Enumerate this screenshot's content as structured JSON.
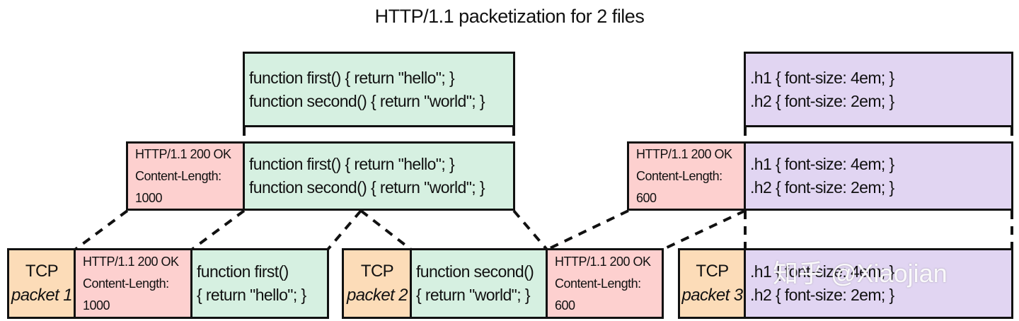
{
  "title": "HTTP/1.1 packetization for 2 files",
  "files": {
    "js": {
      "lines": [
        "function first() { return \"hello\"; }",
        "function second() { return \"world\"; }"
      ]
    },
    "css": {
      "lines": [
        ".h1 { font-size: 4em; }",
        ".h2 { font-size: 2em; }"
      ]
    }
  },
  "responses": {
    "js": {
      "header_lines": [
        "HTTP/1.1 200 OK",
        "Content-Length:",
        "1000"
      ],
      "body_lines": [
        "function first() { return \"hello\"; }",
        "function second() { return \"world\"; }"
      ]
    },
    "css": {
      "header_lines": [
        "HTTP/1.1 200 OK",
        "Content-Length:",
        "600"
      ],
      "body_lines": [
        ".h1 { font-size: 4em; }",
        ".h2 { font-size: 2em; }"
      ]
    }
  },
  "packets": [
    {
      "tcp_label": "TCP",
      "packet_label": "packet 1",
      "header_lines": [
        "HTTP/1.1 200 OK",
        "Content-Length:",
        "1000"
      ],
      "body_lines": [
        "function first()",
        "{ return \"hello\"; }"
      ]
    },
    {
      "tcp_label": "TCP",
      "packet_label": "packet 2",
      "body_lines": [
        "function second()",
        "{ return \"world\"; }"
      ],
      "header_lines": [
        "HTTP/1.1 200 OK",
        "Content-Length:",
        "600"
      ]
    },
    {
      "tcp_label": "TCP",
      "packet_label": "packet 3",
      "body_lines": [
        ".h1 { font-size: 4em; }",
        ".h2 { font-size: 2em; }"
      ]
    }
  ],
  "watermark": "知乎 @Xiaojian",
  "colors": {
    "code_js": "#d6f0e1",
    "code_css": "#e1d5f2",
    "http_header": "#fdd0cf",
    "tcp_header": "#fcdcb8",
    "border": "#111111"
  }
}
